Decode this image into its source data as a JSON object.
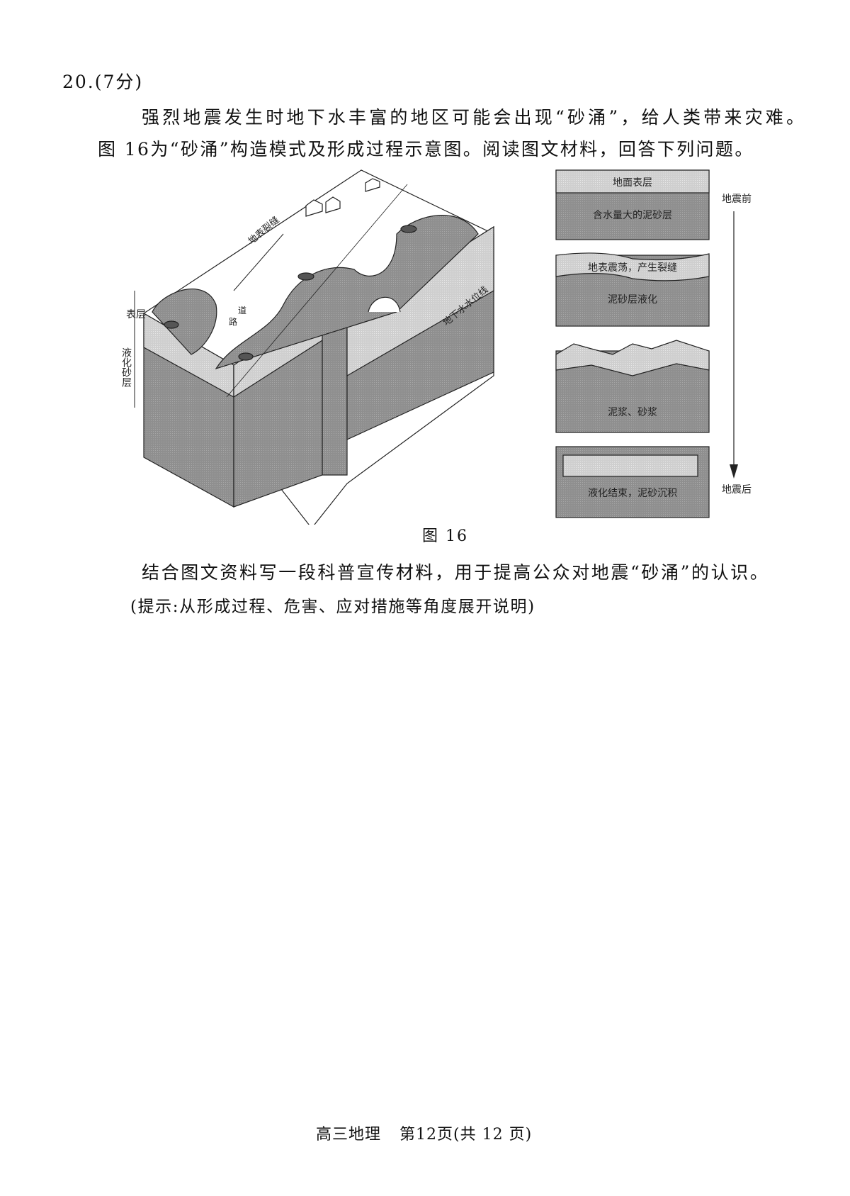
{
  "question": {
    "number": "20.(7分)",
    "intro_line1": "强烈地震发生时地下水丰富的地区可能会出现“砂涌”，给人类带来灾难。",
    "intro_line2": "图 16为“砂涌”构造模式及形成过程示意图。阅读图文材料，回答下列问题。",
    "prompt": "结合图文资料写一段科普宣传材料，用于提高公众对地震“砂涌”的认识。",
    "hint": "(提示:从形成过程、危害、应对措施等角度展开说明)"
  },
  "figure": {
    "caption": "图 16",
    "block_labels": {
      "surface_layer": "表层",
      "liquefied_sand_layer": "液化砂层",
      "surface_crack": "地表裂缝",
      "road": "路",
      "road2": "道",
      "water_table": "地下水水位线"
    },
    "stages": [
      {
        "top": "地面表层",
        "bottom": "含水量大的泥砂层"
      },
      {
        "top": "地表震荡，产生裂缝",
        "bottom": "泥砂层液化"
      },
      {
        "top": "",
        "bottom": "泥浆、砂浆"
      },
      {
        "top": "",
        "bottom": "液化结束，泥砂沉积"
      }
    ],
    "timeline": {
      "start": "地震前",
      "end": "地震后"
    }
  },
  "footer": {
    "subject": "高三地理",
    "page": "第12页(共 12 页)"
  }
}
